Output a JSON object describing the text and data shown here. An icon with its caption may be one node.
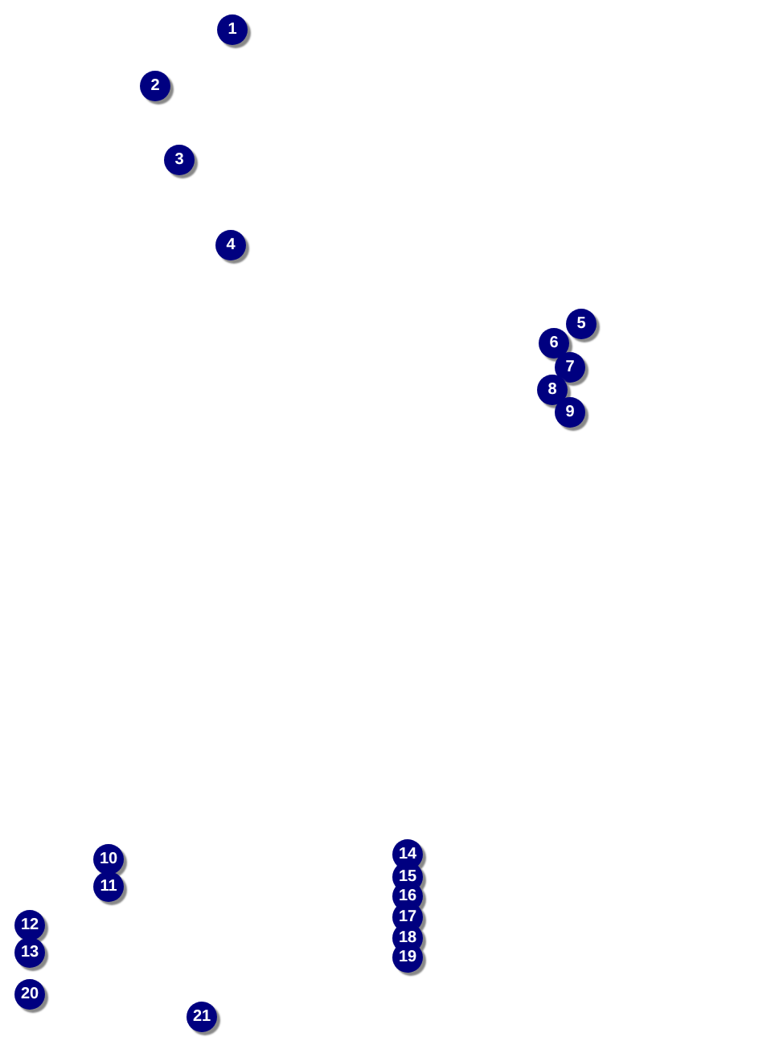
{
  "diagram": {
    "labels": [
      "1",
      "2",
      "3",
      "4",
      "5",
      "6",
      "7",
      "8",
      "9",
      "10",
      "11",
      "12",
      "13",
      "14",
      "15",
      "16",
      "17",
      "18",
      "19",
      "20",
      "21"
    ]
  }
}
